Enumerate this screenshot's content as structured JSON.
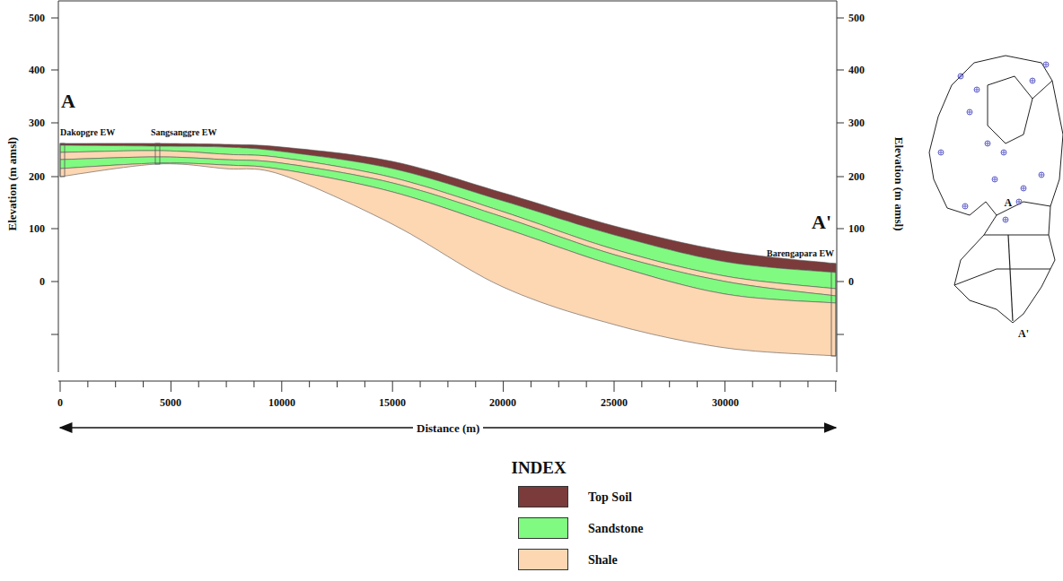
{
  "diagram": {
    "labels": [
      "A",
      "Dakopgre EW",
      "Sangsanggre EW",
      "A'",
      "Barengapara EW",
      "500",
      "400",
      "300",
      "200",
      "100",
      "0",
      "500",
      "400",
      "300",
      "200",
      "100",
      "0",
      "Elevation (m amsl)",
      "Elevation (m amsl)",
      "0",
      "5000",
      "10000",
      "15000",
      "20000",
      "25000",
      "30000",
      "Distance (m)",
      "INDEX",
      "A",
      "A'"
    ],
    "legend": [
      {
        "text": "Top Soil",
        "color": "#7b3b3b"
      },
      {
        "text": "Sandstone",
        "color": "#80fa80"
      },
      {
        "text": "Shale",
        "color": "#fdd6b2"
      }
    ]
  }
}
